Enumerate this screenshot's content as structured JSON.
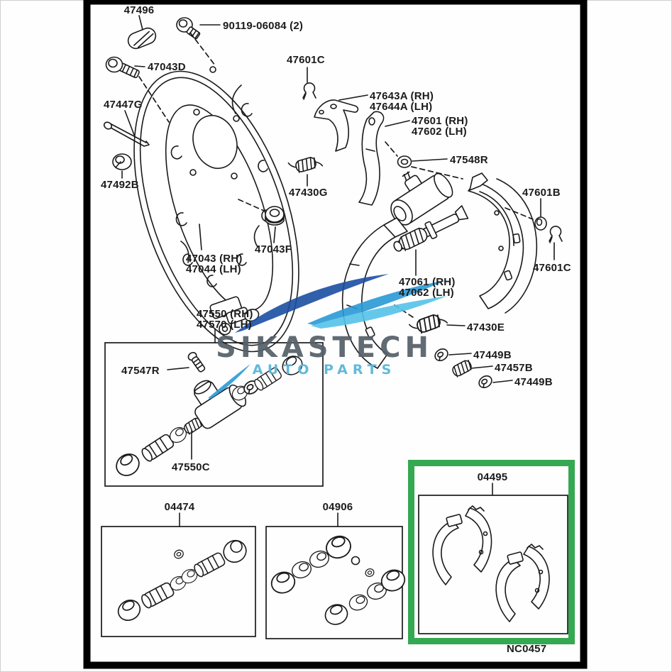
{
  "labels": {
    "p47496": "47496",
    "p90119": "90119-06084 (2)",
    "p47043d": "47043D",
    "p47447g": "47447G",
    "p47492b": "47492B",
    "p47601c_top": "47601C",
    "p47643a": "47643A (RH)",
    "p47644a": "47644A (LH)",
    "p47601": "47601 (RH)",
    "p47602": "47602 (LH)",
    "p47430g": "47430G",
    "p47548r": "47548R",
    "p47043f": "47043F",
    "p47043": "47043 (RH)",
    "p47044": "47044 (LH)",
    "p47601b": "47601B",
    "p47601c_right": "47601C",
    "p47061": "47061 (RH)",
    "p47062": "47062 (LH)",
    "p47550": "47550 (RH)",
    "p47570": "47570 (LH)",
    "p47430e": "47430E",
    "p47449b_1": "47449B",
    "p47457b": "47457B",
    "p47449b_2": "47449B",
    "p47547r": "47547R",
    "p47550c": "47550C",
    "p04474": "04474",
    "p04906": "04906",
    "p04495": "04495"
  },
  "footer": {
    "code": "NC0457"
  },
  "watermark": {
    "brand": "SIKASTECH",
    "tagline": "AUTO PARTS",
    "colors": {
      "brand": "#566069",
      "tagline": "#59b7d9",
      "swoosh_dark": "#1b4fa3",
      "swoosh_mid": "#2a9ad6",
      "swoosh_light": "#55c3e9"
    }
  },
  "highlight": {
    "box_color": "#35a852",
    "highlighted_part": "04495"
  }
}
